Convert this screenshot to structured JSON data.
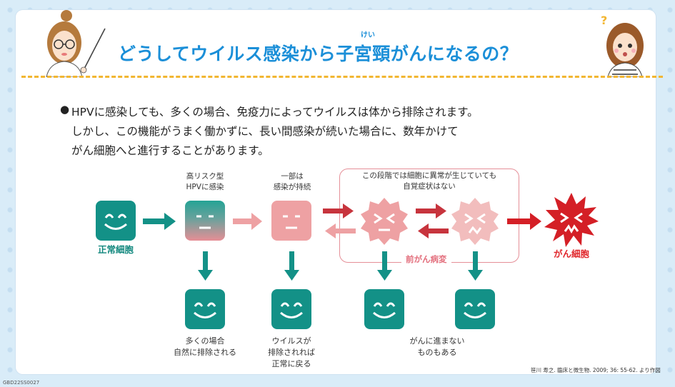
{
  "title": "どうしてウイルス感染から子宮頸がんになるの？",
  "title_ruby": "けい",
  "body_lines": [
    "HPVに感染しても、多くの場合、免疫力によってウイルスは体から排除されます。",
    "しかし、この機能がうまく働かずに、長い間感染が続いた場合に、数年かけて",
    "がん細胞へと進行することがあります。"
  ],
  "diagram": {
    "normal_label": "正常細胞",
    "stage1_label_line1": "高リスク型",
    "stage1_label_line2": "HPVに感染",
    "stage2_label_line1": "一部は",
    "stage2_label_line2": "感染が持続",
    "box_note_line1": "この段階では細胞に異常が生じていても",
    "box_note_line2": "自覚症状はない",
    "precancer_label": "前がん病変",
    "cancer_label": "がん細胞",
    "outcome1_line1": "多くの場合",
    "outcome1_line2": "自然に排除される",
    "outcome2_line1": "ウイルスが",
    "outcome2_line2": "排除されれば",
    "outcome2_line3": "正常に戻る",
    "outcome3_line1": "がんに進まない",
    "outcome3_line2": "ものもある"
  },
  "citation": "笹川 寿之. 臨床と微生物. 2009; 36: 55-62. より作図",
  "doc_code": "GBD22SS0027",
  "colors": {
    "title_blue": "#1b8fd8",
    "teal": "#139187",
    "pink": "#eea1a3",
    "red": "#d41f26",
    "dash_yellow": "#f2b632"
  }
}
